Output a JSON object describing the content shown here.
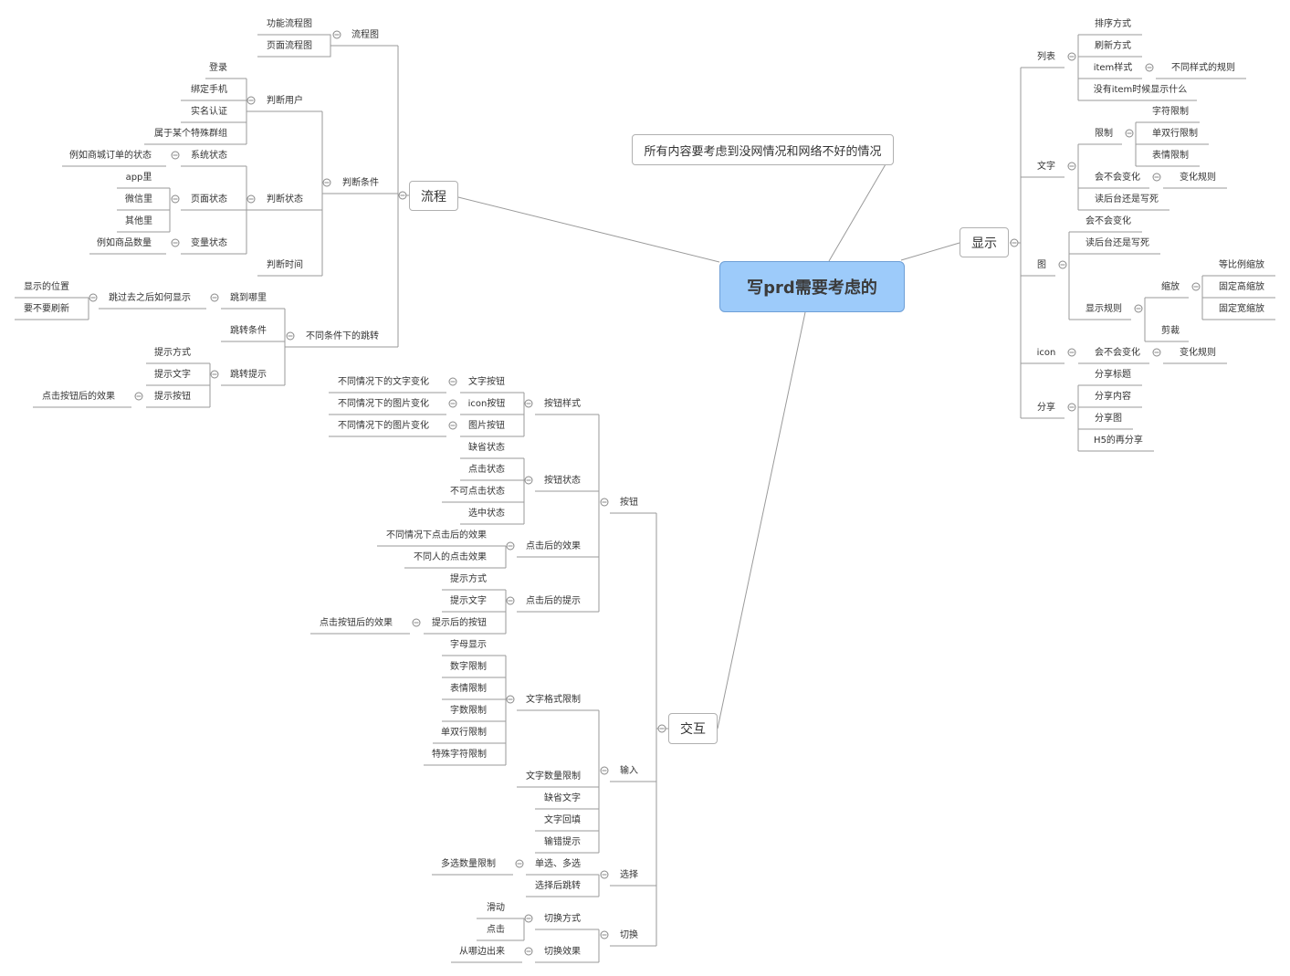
{
  "central": "写prd需要考虑的",
  "note": "所有内容要考虑到没网情况和网络不好的情况",
  "branches": {
    "flow": "流程",
    "display": "显示",
    "interaction": "交互"
  },
  "flow": {
    "flowchart": "流程图",
    "function_flowchart": "功能流程图",
    "page_flowchart": "页面流程图",
    "condition": "判断条件",
    "judge_user": "判断用户",
    "login": "登录",
    "bind_phone": "绑定手机",
    "real_name": "实名认证",
    "special_group": "属于某个特殊群组",
    "judge_state": "判断状态",
    "system_state": "系统状态",
    "system_state_example": "例如商城订单的状态",
    "page_state": "页面状态",
    "in_app": "app里",
    "in_wechat": "微信里",
    "elsewhere": "其他里",
    "variable_state": "变量状态",
    "variable_state_example": "例如商品数量",
    "judge_time": "判断时间",
    "jump": "不同条件下的跳转",
    "jump_where": "跳到哪里",
    "after_jump_display": "跳过去之后如何显示",
    "display_position": "显示的位置",
    "need_refresh": "要不要刷新",
    "jump_condition": "跳转条件",
    "jump_hint": "跳转提示",
    "hint_method": "提示方式",
    "hint_text": "提示文字",
    "hint_button": "提示按钮",
    "after_click_effect": "点击按钮后的效果"
  },
  "display": {
    "list": "列表",
    "sort": "排序方式",
    "refresh": "刷新方式",
    "item_style": "item样式",
    "style_rules": "不同样式的规则",
    "empty_item": "没有item时候显示什么",
    "text": "文字",
    "limit": "限制",
    "char_limit": "字符限制",
    "line_limit": "单双行限制",
    "emoji_limit": "表情限制",
    "text_change": "会不会变化",
    "text_change_rule": "变化规则",
    "text_source": "读后台还是写死",
    "image": "图",
    "image_change": "会不会变化",
    "image_source": "读后台还是写死",
    "display_rule": "显示规则",
    "scale": "缩放",
    "ratio_scale": "等比例缩放",
    "fixed_height": "固定高缩放",
    "fixed_width": "固定宽缩放",
    "crop": "剪裁",
    "icon": "icon",
    "icon_change": "会不会变化",
    "icon_change_rule": "变化规则",
    "share": "分享",
    "share_title": "分享标题",
    "share_content": "分享内容",
    "share_image": "分享图",
    "h5_reshare": "H5的再分享"
  },
  "interaction": {
    "button": "按钮",
    "button_style": "按钮样式",
    "text_button": "文字按钮",
    "text_button_desc": "不同情况下的文字变化",
    "icon_button": "icon按钮",
    "icon_button_desc": "不同情况下的图片变化",
    "image_button": "图片按钮",
    "image_button_desc": "不同情况下的图片变化",
    "button_state": "按钮状态",
    "default_state": "缺省状态",
    "clicked_state": "点击状态",
    "disabled_state": "不可点击状态",
    "selected_state": "选中状态",
    "click_effect": "点击后的效果",
    "click_effect_cases": "不同情况下点击后的效果",
    "click_effect_people": "不同人的点击效果",
    "click_hint": "点击后的提示",
    "hint_method": "提示方式",
    "hint_text": "提示文字",
    "hint_button": "提示后的按钮",
    "hint_button_effect": "点击按钮后的效果",
    "input": "输入",
    "text_format": "文字格式限制",
    "letter_display": "字母显示",
    "number_limit": "数字限制",
    "emoji_limit": "表情限制",
    "char_count_limit": "字数限制",
    "line_limit": "单双行限制",
    "special_char_limit": "特殊字符限制",
    "text_amount_limit": "文字数量限制",
    "default_text": "缺省文字",
    "text_backfill": "文字回填",
    "input_error": "输错提示",
    "select": "选择",
    "single_multi": "单选、多选",
    "multi_count_limit": "多选数量限制",
    "after_select_jump": "选择后跳转",
    "switch": "切换",
    "switch_method": "切换方式",
    "slide": "滑动",
    "click": "点击",
    "switch_effect": "切换效果",
    "from_where": "从哪边出来"
  }
}
